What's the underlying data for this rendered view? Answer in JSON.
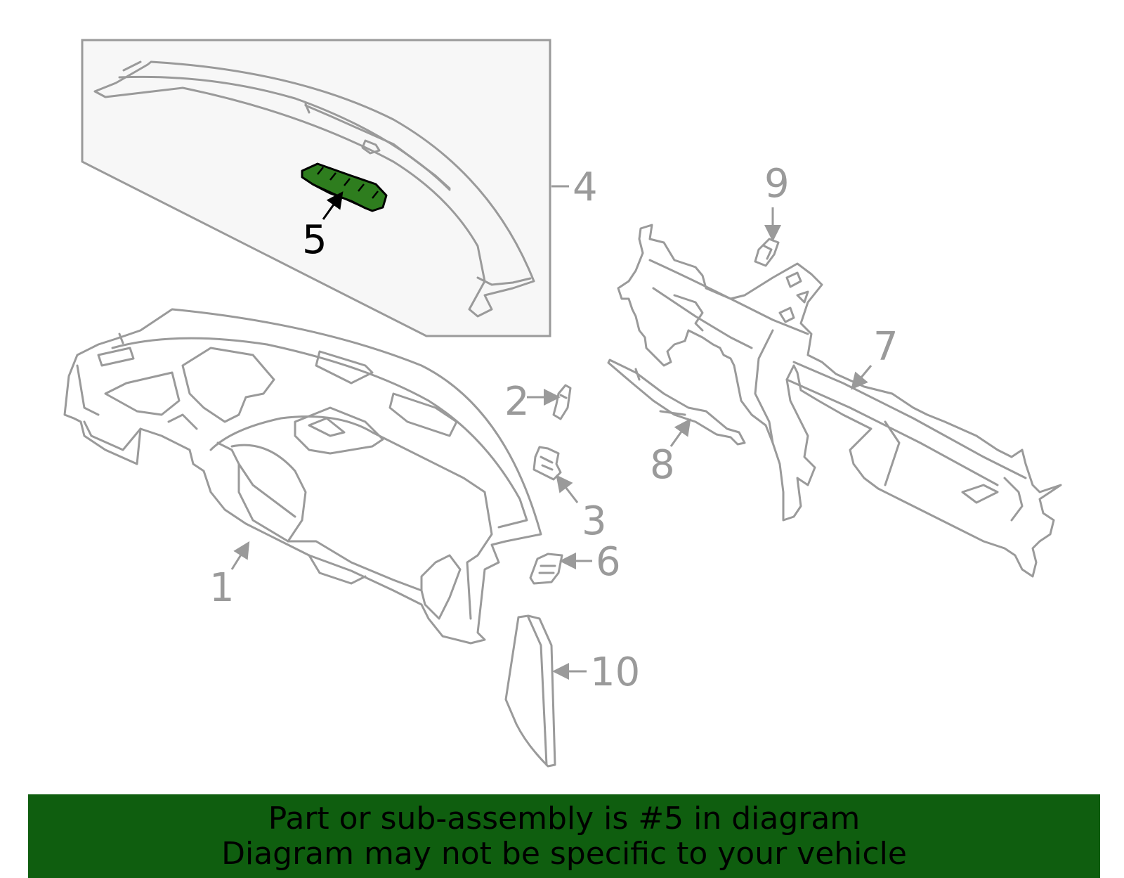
{
  "diagram": {
    "callouts": [
      {
        "id": "1",
        "label": "1",
        "highlighted": false
      },
      {
        "id": "2",
        "label": "2",
        "highlighted": false
      },
      {
        "id": "3",
        "label": "3",
        "highlighted": false
      },
      {
        "id": "4",
        "label": "4",
        "highlighted": false
      },
      {
        "id": "5",
        "label": "5",
        "highlighted": true
      },
      {
        "id": "6",
        "label": "6",
        "highlighted": false
      },
      {
        "id": "7",
        "label": "7",
        "highlighted": false
      },
      {
        "id": "8",
        "label": "8",
        "highlighted": false
      },
      {
        "id": "9",
        "label": "9",
        "highlighted": false
      },
      {
        "id": "10",
        "label": "10",
        "highlighted": false
      }
    ],
    "colors": {
      "line": "#9a9a9a",
      "highlight_part": "#2e7d1e",
      "inset_background": "#f7f7f7",
      "banner": "#0f5e0f"
    }
  },
  "banner": {
    "line1": "Part or sub-assembly is #5 in diagram",
    "line2": "Diagram may not be specific to your vehicle"
  }
}
